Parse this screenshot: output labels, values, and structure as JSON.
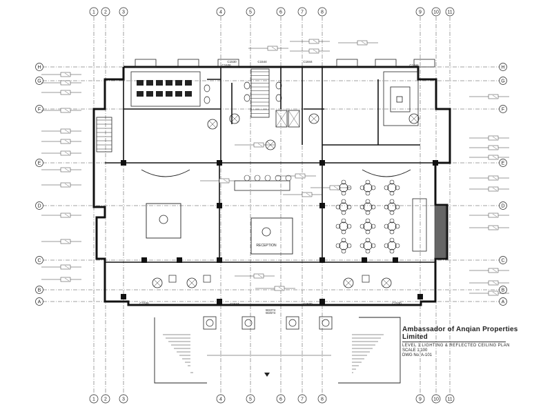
{
  "drawing": {
    "grid_columns_top": [
      "1",
      "2",
      "3",
      "4",
      "5",
      "6",
      "7",
      "8",
      "9",
      "10",
      "11"
    ],
    "grid_rows_left": [
      "H",
      "G",
      "F",
      "E",
      "D",
      "C",
      "B",
      "A"
    ],
    "dimension_labels": [
      "C1530",
      "C1544",
      "C1844",
      "C1644",
      "C1530",
      "C1536",
      "C1530",
      "C1636",
      "C1844",
      "W2274",
      "W2574"
    ],
    "room_label_center": "RECEPTION",
    "title_block": {
      "line1": "Ambassador of Anqian Properties Limited",
      "line2": "LEVEL 1 LIGHTING & REFLECTED CEILING PLAN",
      "line3": "SCALE 1:100",
      "line4": "DWG No. A-101"
    }
  }
}
